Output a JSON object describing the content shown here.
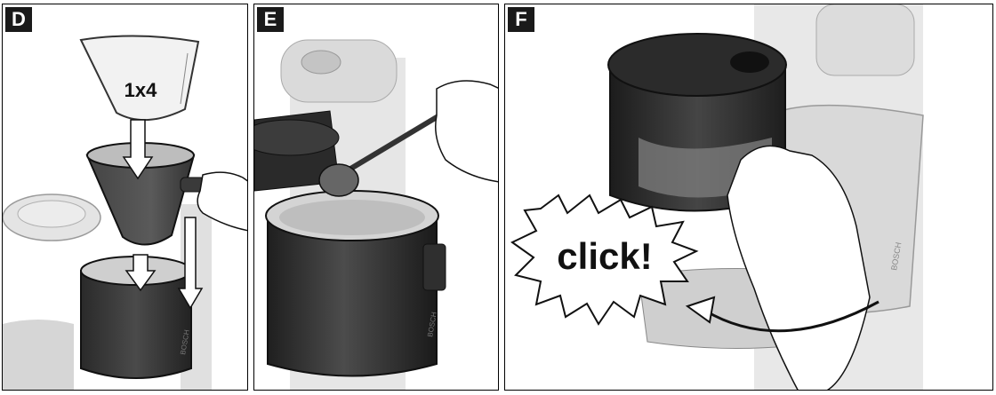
{
  "panels": [
    {
      "label": "D",
      "text": "1x4",
      "brand": "BOSCH"
    },
    {
      "label": "E",
      "brand": "BOSCH"
    },
    {
      "label": "F",
      "text": "click!",
      "brand": "BOSCH"
    }
  ]
}
